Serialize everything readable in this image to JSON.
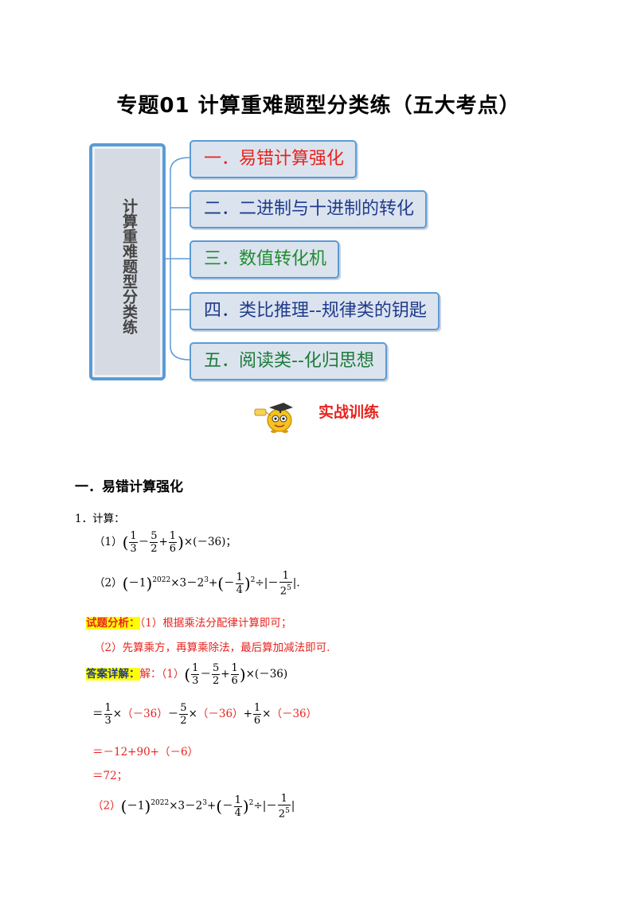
{
  "title": "专题01  计算重难题型分类练（五大考点）",
  "mindmap": {
    "root": "计算重难题型分类练",
    "branches": [
      {
        "label": "一．易错计算强化",
        "color": "#e8231d"
      },
      {
        "label": "二．二进制与十进制的转化",
        "color": "#1f3b8c"
      },
      {
        "label": "三．数值转化机",
        "color": "#1e8c2d"
      },
      {
        "label": "四．类比推理--规律类的钥匙",
        "color": "#1f3b8c"
      },
      {
        "label": "五．阅读类--化归思想",
        "color": "#1e7a3a"
      }
    ]
  },
  "practice_heading": "实战训练",
  "section1_heading": "一．易错计算强化",
  "q1": {
    "stem": "1．计算：",
    "p1_label": "（1）",
    "p1_tail": "×(－36)；",
    "p2_label": "（2）",
    "p2_tail": "."
  },
  "analysis": {
    "tag": "试题分析：",
    "l1": "（1）根据乘法分配律计算即可；",
    "l2": "（2）先算乘方，再算乘除法，最后算加减法即可."
  },
  "answer": {
    "tag": "答案详解：",
    "intro": "解：（1）",
    "step2": "＝－12+90+（－6）",
    "step3": "＝72；",
    "p2_label": "（2）"
  }
}
